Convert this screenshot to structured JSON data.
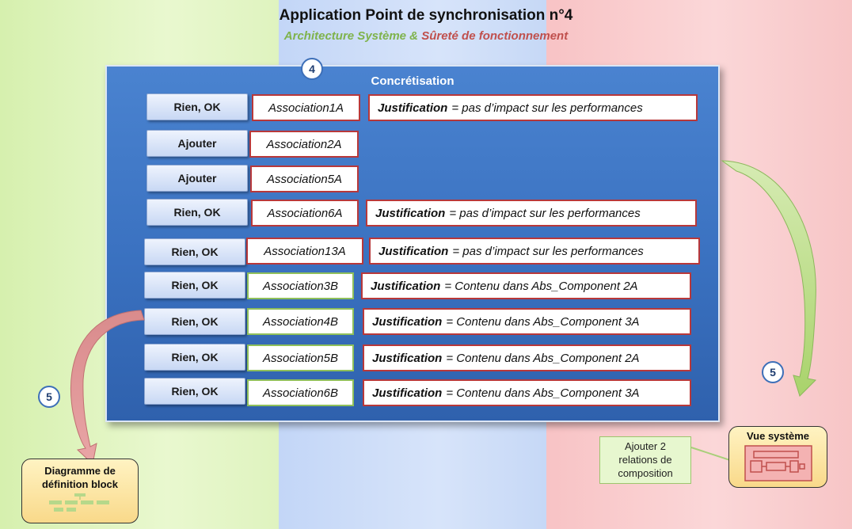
{
  "header": {
    "title": "Application Point de synchronisation n°4",
    "subtitle_part1": "Architecture Système",
    "subtitle_amp": " & ",
    "subtitle_part2": "Sûreté de fonctionnement"
  },
  "panel": {
    "title": "Concrétisation",
    "step": "4"
  },
  "rows": [
    {
      "action": "Rien, OK",
      "association": "Association1A",
      "justification_label": "Justification",
      "justification_text": "= pas d’impact sur les performances"
    },
    {
      "action": "Ajouter",
      "association": "Association2A"
    },
    {
      "action": "Ajouter",
      "association": "Association5A"
    },
    {
      "action": "Rien, OK",
      "association": "Association6A",
      "justification_label": "Justification",
      "justification_text": "= pas d’impact sur les performances"
    },
    {
      "action": "Rien, OK",
      "association": "Association13A",
      "justification_label": "Justification",
      "justification_text": "= pas d’impact sur les performances"
    },
    {
      "action": "Rien, OK",
      "association": "Association3B",
      "justification_label": "Justification",
      "justification_text": "= Contenu dans Abs_Component 2A"
    },
    {
      "action": "Rien, OK",
      "association": "Association4B",
      "justification_label": "Justification",
      "justification_text": "= Contenu dans Abs_Component 3A"
    },
    {
      "action": "Rien, OK",
      "association": "Association5B",
      "justification_label": "Justification",
      "justification_text": "= Contenu dans Abs_Component 2A"
    },
    {
      "action": "Rien, OK",
      "association": "Association6B",
      "justification_label": "Justification",
      "justification_text": "= Contenu dans Abs_Component 3A"
    }
  ],
  "left_link": {
    "step": "5"
  },
  "right_link": {
    "step": "5"
  },
  "diagram_box": {
    "line1": "Diagramme de",
    "line2": "définition block"
  },
  "vue_box": {
    "title": "Vue système"
  },
  "note": {
    "line1": "Ajouter 2",
    "line2": "relations de",
    "line3": "composition"
  },
  "colors": {
    "red_border": "#b8383a",
    "green_border": "#8fbf5a",
    "panel": "#3a71c0"
  }
}
